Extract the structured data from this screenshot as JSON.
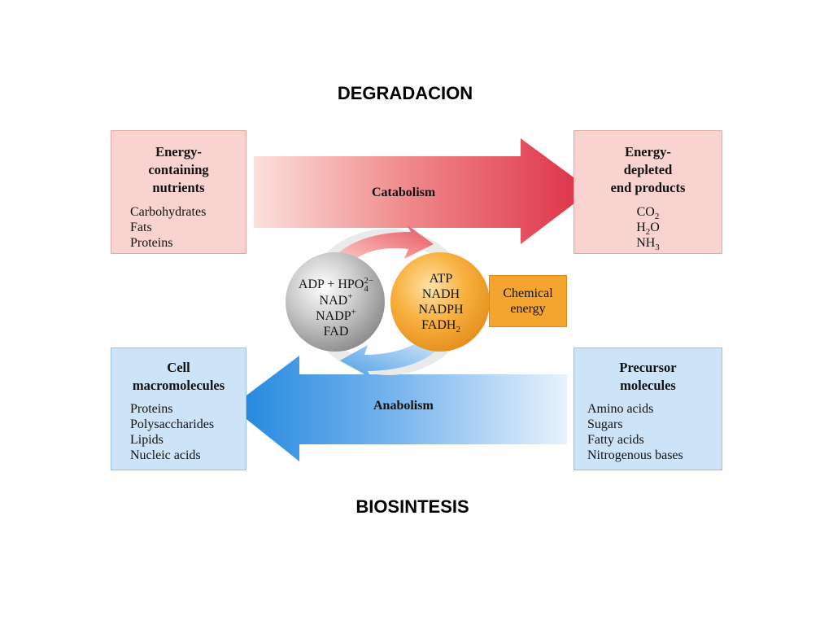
{
  "titles": {
    "top": "DEGRADACION",
    "bottom": "BIOSINTESIS"
  },
  "nutrients_box": {
    "heading": [
      "Energy-",
      "containing",
      "nutrients"
    ],
    "items": [
      "Carbohydrates",
      "Fats",
      "Proteins"
    ]
  },
  "products_box": {
    "heading": [
      "Energy-",
      "depleted",
      "end products"
    ],
    "items": [
      {
        "base": "CO",
        "sub": "2",
        "tail": ""
      },
      {
        "base": "H",
        "sub": "2",
        "tail": "O"
      },
      {
        "base": "NH",
        "sub": "3",
        "tail": ""
      }
    ]
  },
  "macromolecules_box": {
    "heading": [
      "Cell",
      "macromolecules"
    ],
    "items": [
      "Proteins",
      "Polysaccharides",
      "Lipids",
      "Nucleic acids"
    ]
  },
  "precursor_box": {
    "heading": [
      "Precursor",
      "molecules"
    ],
    "items": [
      "Amino acids",
      "Sugars",
      "Fatty acids",
      "Nitrogenous bases"
    ]
  },
  "arrows": {
    "catabolism": "Catabolism",
    "anabolism": "Anabolism"
  },
  "low_energy_circle": {
    "line1_base": "ADP + HPO",
    "line1_sup": "2−",
    "line1_sub": "4",
    "line2_base": "NAD",
    "line2_sup": "+",
    "line3_base": "NADP",
    "line3_sup": "+",
    "line4": "FAD"
  },
  "high_energy_circle": {
    "line1": "ATP",
    "line2": "NADH",
    "line3": "NADPH",
    "line4_base": "FADH",
    "line4_sub": "2"
  },
  "chemical_energy": {
    "line1": "Chemical",
    "line2": "energy"
  },
  "colors": {
    "catabolism_arrow": "#e03a4a",
    "anabolism_arrow": "#2f8ee0",
    "red_box": "#f9d3cf",
    "blue_box": "#cde3f7",
    "atp_circle": "#f4a52f",
    "adp_circle": "#a9a9a9"
  }
}
